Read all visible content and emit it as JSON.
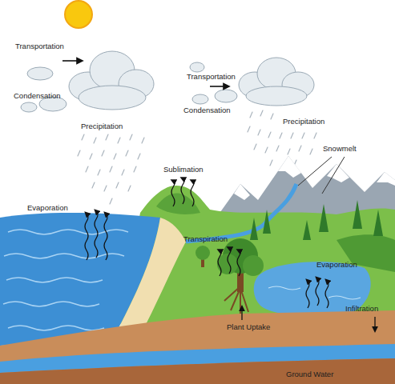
{
  "diagram": {
    "labels": [
      "Transportation",
      "Condensation",
      "Precipitation",
      "Transportation",
      "Condensation",
      "Precipitation",
      "Snowmelt",
      "Sublimation",
      "Evaporation",
      "Transpiration",
      "Evaporation",
      "Infiltration",
      "Plant Uptake",
      "Ground Water"
    ]
  }
}
